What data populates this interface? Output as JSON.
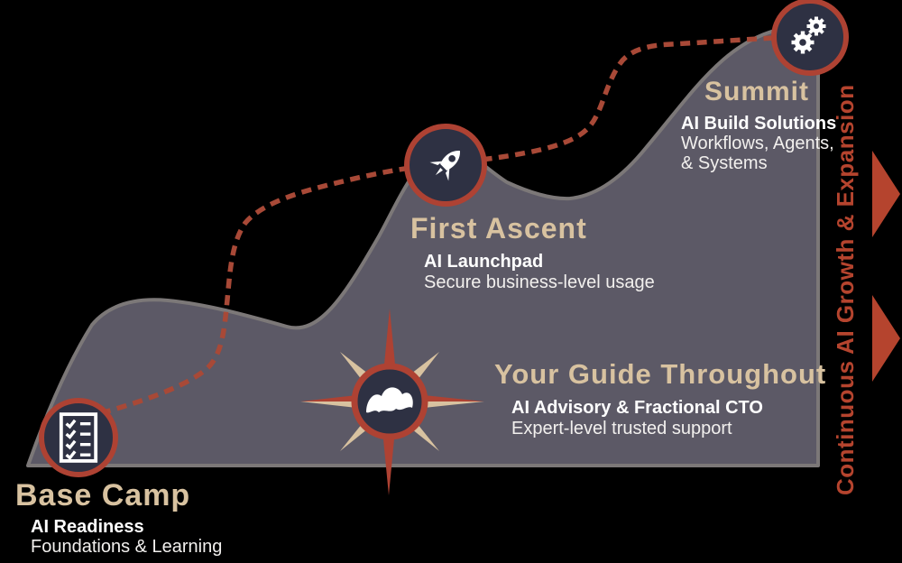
{
  "colors": {
    "background": "#000000",
    "mountain_fill": "#5c5966",
    "mountain_outline": "#7c7878",
    "node_fill": "#2e3143",
    "node_ring": "#ae4233",
    "trail_red": "#a84937",
    "heading_tan": "#d8c2a0",
    "body_white": "#ffffff",
    "accent_red": "#b5442e"
  },
  "stages": {
    "base_camp": {
      "icon": "checklist-icon",
      "title": "Base Camp",
      "program": "AI Readiness",
      "description": "Foundations & Learning"
    },
    "first_ascent": {
      "icon": "rocket-icon",
      "title": "First Ascent",
      "program": "AI Launchpad",
      "description": "Secure business-level usage"
    },
    "summit": {
      "icon": "gears-icon",
      "title": "Summit",
      "program": "AI Build Solutions",
      "description_line1": "Workflows, Agents,",
      "description_line2": "& Systems"
    },
    "guide": {
      "icon": "compass-icon",
      "title": "Your Guide Throughout",
      "program": "AI Advisory & Fractional CTO",
      "description": "Expert-level trusted support"
    }
  },
  "side_label": "Continuous AI Growth & Expansion"
}
